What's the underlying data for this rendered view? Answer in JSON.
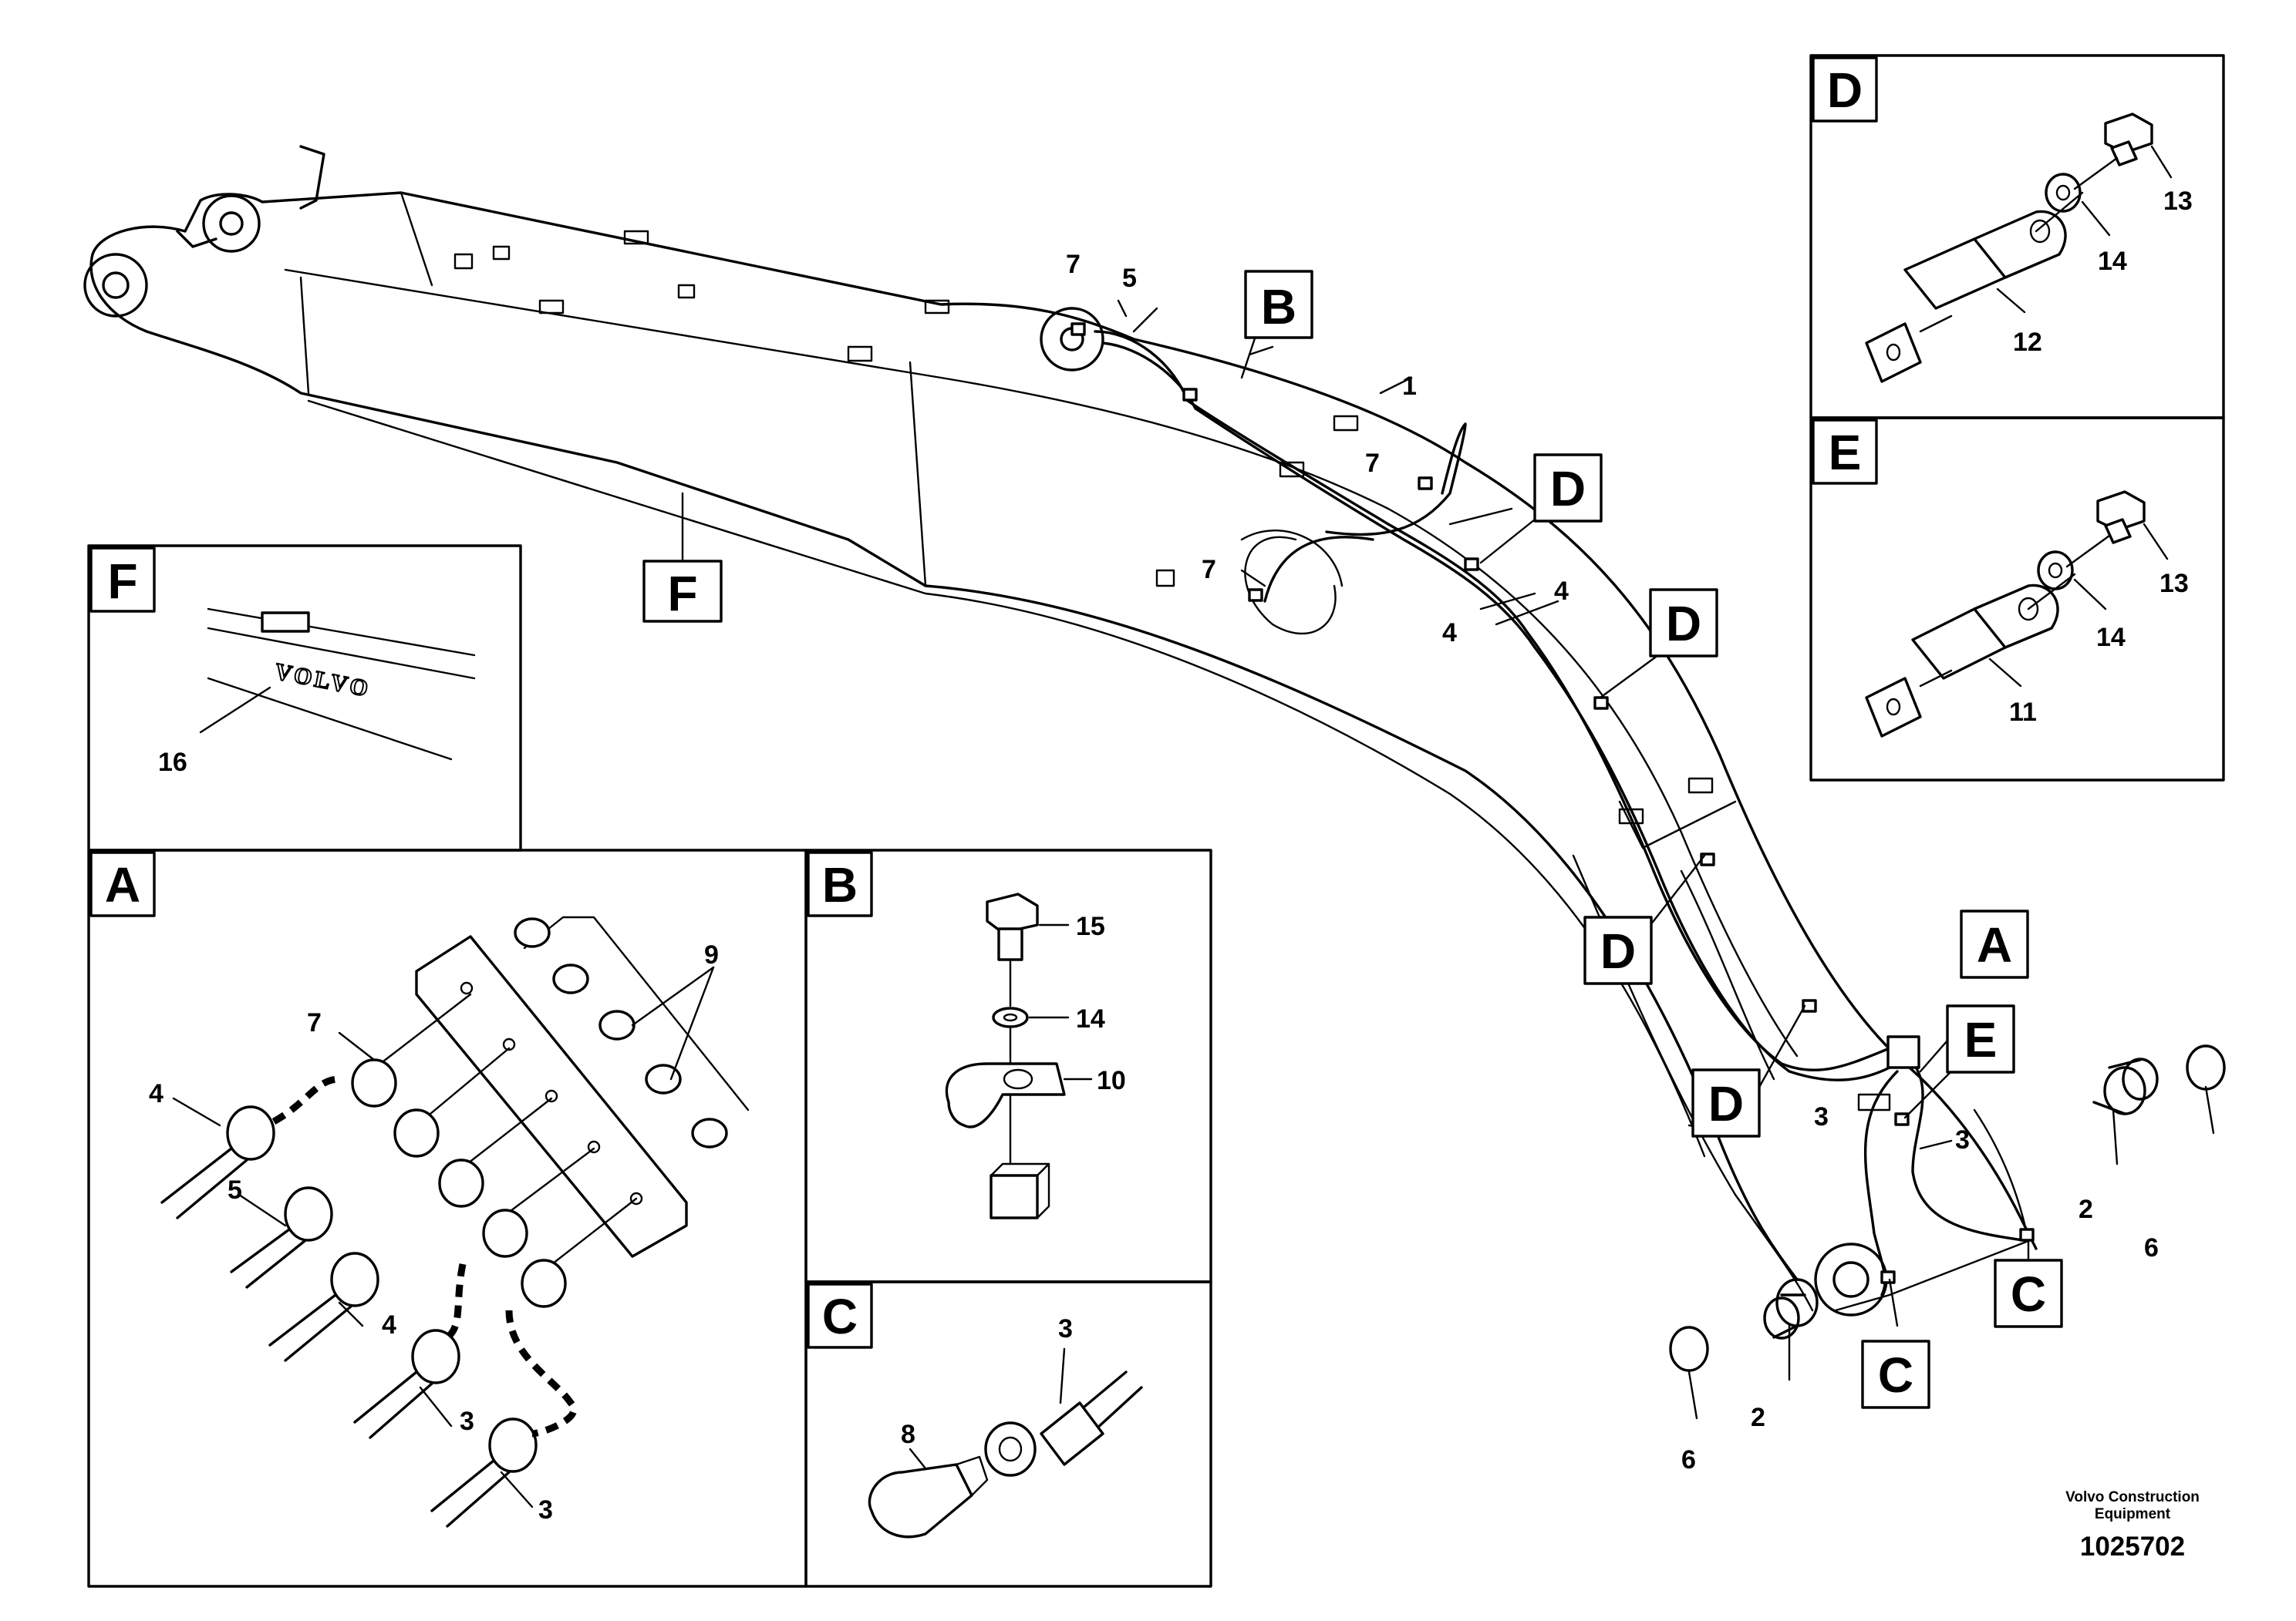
{
  "detail_boxes": {
    "A": "A",
    "B": "B",
    "C": "C",
    "D": "D",
    "E": "E",
    "F": "F"
  },
  "main_view": {
    "markers": {
      "B": "B",
      "F": "F",
      "D1": "D",
      "D2": "D",
      "D3": "D",
      "D4": "D",
      "A": "A",
      "E": "E",
      "C1": "C",
      "C2": "C"
    },
    "callouts": {
      "p1": "1",
      "p2a": "2",
      "p2b": "2",
      "p3a": "3",
      "p3b": "3",
      "p4a": "4",
      "p4b": "4",
      "p5": "5",
      "p6a": "6",
      "p6b": "6",
      "p7a": "7",
      "p7b": "7",
      "p7c": "7"
    }
  },
  "detail_A": {
    "callouts": {
      "p9": "9",
      "p7": "7",
      "p4a": "4",
      "p5": "5",
      "p4b": "4",
      "p3a": "3",
      "p3b": "3"
    }
  },
  "detail_B": {
    "callouts": {
      "p15": "15",
      "p14": "14",
      "p10": "10"
    }
  },
  "detail_C": {
    "callouts": {
      "p3": "3",
      "p8": "8"
    }
  },
  "detail_D": {
    "callouts": {
      "p13": "13",
      "p14": "14",
      "p12": "12"
    }
  },
  "detail_E": {
    "callouts": {
      "p13": "13",
      "p14": "14",
      "p11": "11"
    }
  },
  "detail_F": {
    "callouts": {
      "p16": "16"
    },
    "decal_text": "VOLVO"
  },
  "footer": {
    "company_line1": "Volvo Construction",
    "company_line2": "Equipment",
    "drawing_number": "1025702"
  }
}
